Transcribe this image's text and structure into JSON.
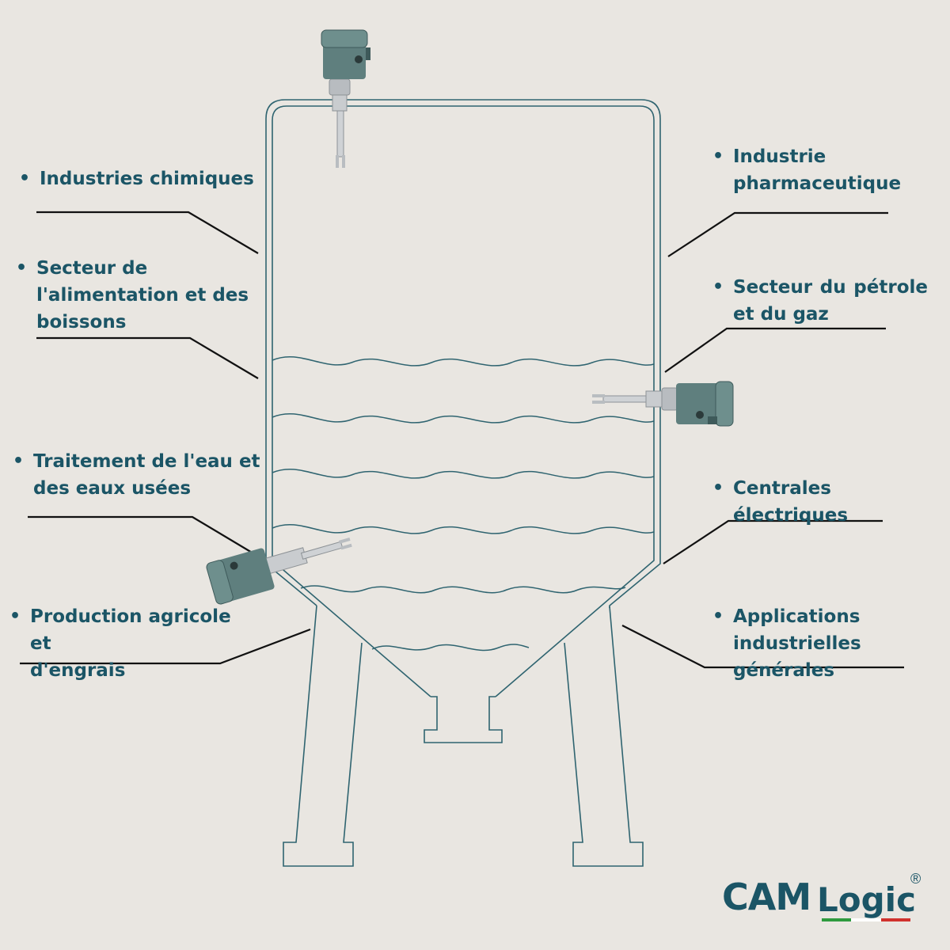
{
  "colors": {
    "background": "#e9e6e1",
    "outline": "#2f6470",
    "text": "#1b5566",
    "leader": "#111111",
    "sensor_body": "#5f7f7e",
    "sensor_dark": "#3e5a5a",
    "steel": "#c9cccf",
    "flag_green": "#2e9a3e",
    "flag_white": "#ffffff",
    "flag_red": "#d0312d"
  },
  "labels": [
    {
      "id": "chem",
      "lines": [
        "Industries chimiques"
      ]
    },
    {
      "id": "food",
      "lines": [
        "Secteur de",
        "l'alimentation et des",
        "boissons"
      ]
    },
    {
      "id": "water",
      "lines": [
        "Traitement de l'eau et",
        "des eaux usées"
      ]
    },
    {
      "id": "agri",
      "lines": [
        "Production agricole et",
        "d'engrais"
      ]
    },
    {
      "id": "pharma",
      "lines": [
        "Industrie",
        "pharmaceutique"
      ]
    },
    {
      "id": "oil",
      "lines": [
        "Secteur du pétrole",
        "et du gaz"
      ]
    },
    {
      "id": "power",
      "lines": [
        "Centrales électriques"
      ]
    },
    {
      "id": "general",
      "lines": [
        "Applications",
        "industrielles générales"
      ]
    }
  ],
  "bullet": "•",
  "logo": {
    "part1": "CAM",
    "part2": "Logic",
    "mark": "®"
  },
  "icons": {
    "sensor": "vibrating-fork-level-switch-icon"
  }
}
